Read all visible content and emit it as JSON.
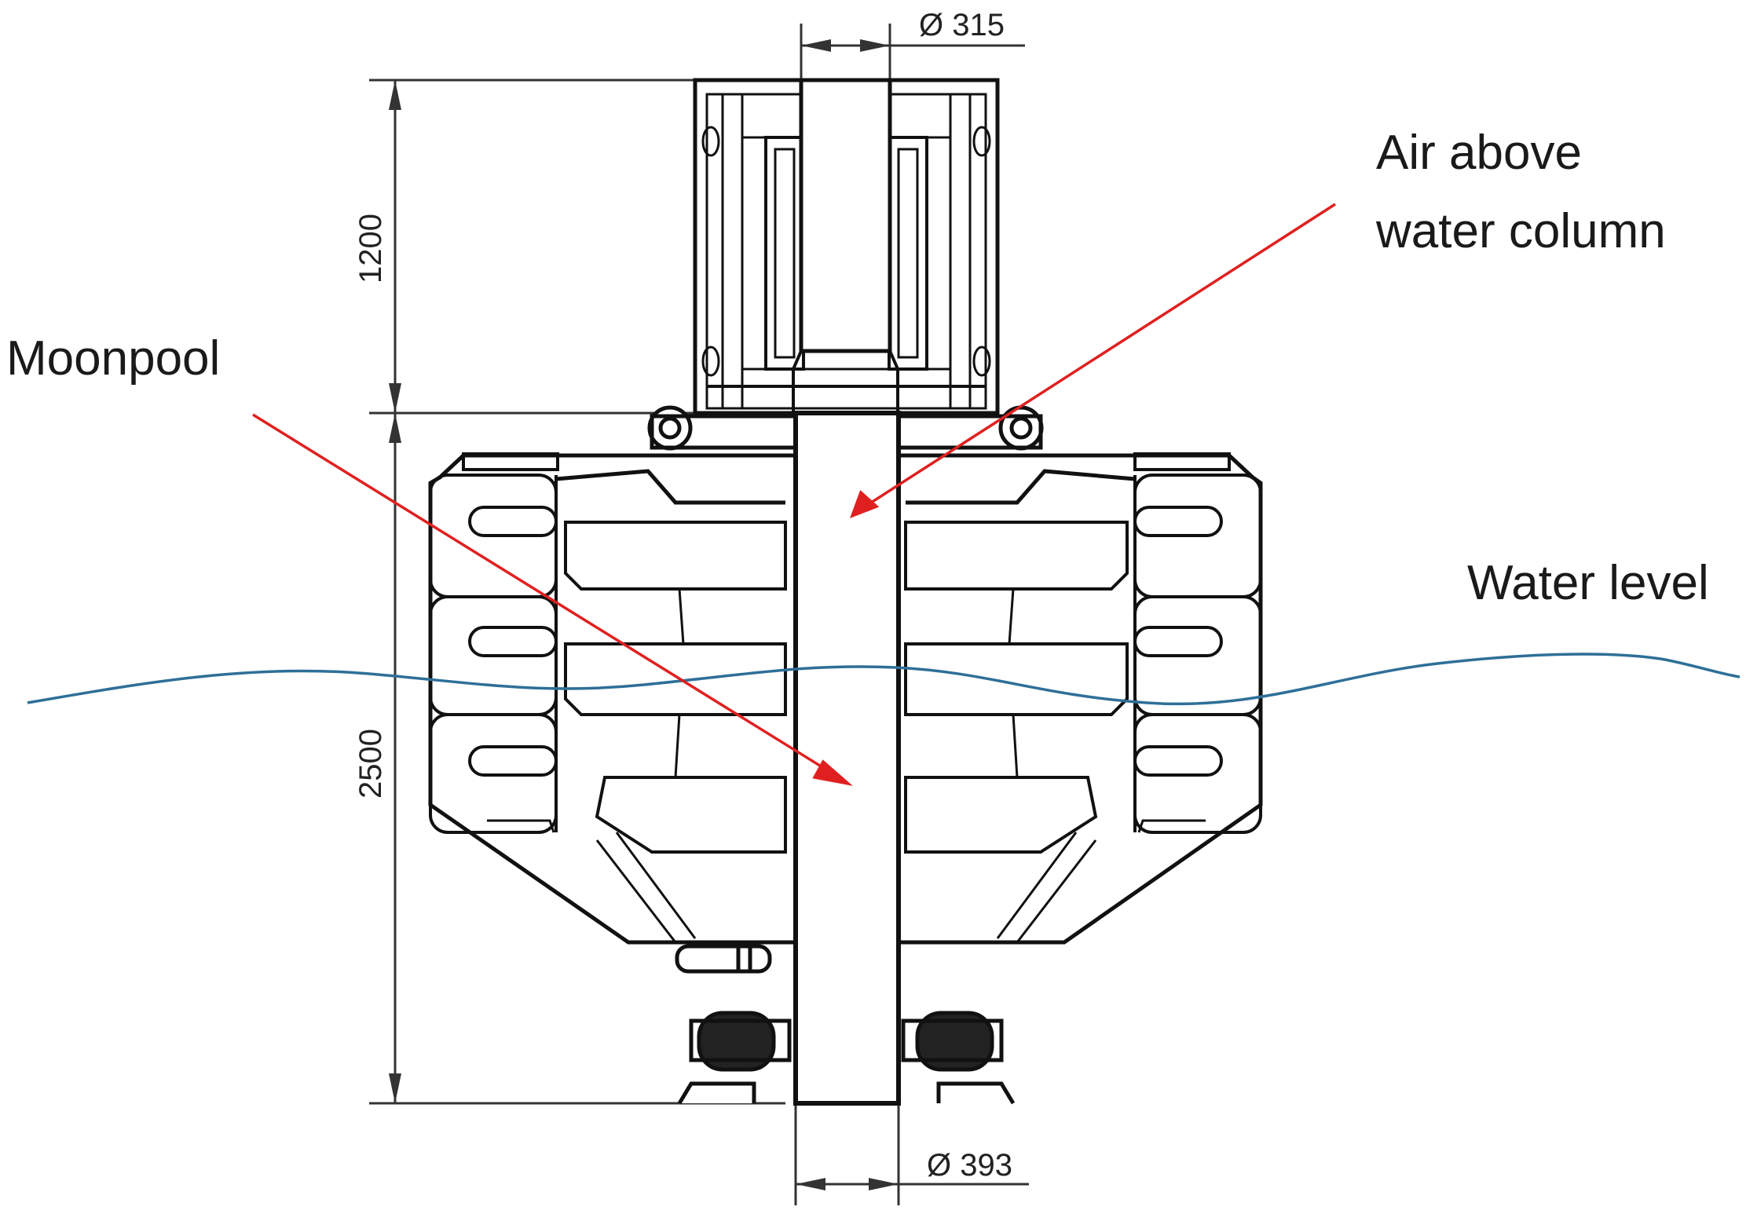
{
  "labels": {
    "moonpool": "Moonpool",
    "air_line1": "Air above",
    "air_line2": "water column",
    "water_level": "Water level"
  },
  "dimensions": {
    "top_diameter": "Ø 315",
    "bottom_diameter": "Ø 393",
    "upper_height": "1200",
    "lower_height": "2500"
  },
  "colors": {
    "outline": "#111111",
    "arrow": "#e02020",
    "water": "#2e6f98",
    "dimension": "#333333"
  }
}
